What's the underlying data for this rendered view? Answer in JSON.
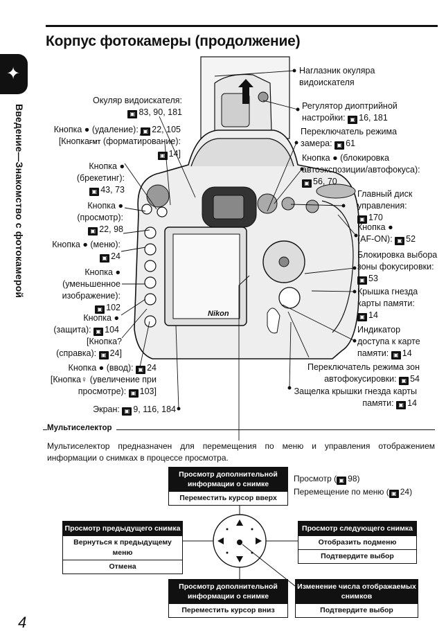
{
  "page": {
    "title": "Корпус фотокамеры (продолжение)",
    "side_tab_text": "Введение—Знакомство с фотокамерой",
    "page_number": "4"
  },
  "camera": {
    "brand": "Nikon"
  },
  "left_labels": {
    "eyepiece": [
      "Окуляр видоискателя:",
      "83, 90, 181"
    ],
    "delete": [
      "Кнопка",
      "(удаление):",
      "22, 105"
    ],
    "delete_alt": [
      "[Кнопка",
      "(форматирование):",
      "14]"
    ],
    "bkt": [
      "Кнопка",
      "(брекетинг):",
      "43, 73"
    ],
    "playback": [
      "Кнопка",
      "(просмотр):",
      "22, 98"
    ],
    "menu": [
      "Кнопка",
      "(меню):",
      "24"
    ],
    "thumb": [
      "Кнопка",
      "(уменьшенное",
      "изображение):",
      "102"
    ],
    "protect": [
      "Кнопка",
      "(защита):",
      "104"
    ],
    "help": [
      "[Кнопка",
      "(справка):",
      "24]"
    ],
    "enter": [
      "Кнопка",
      "(ввод):",
      "24"
    ],
    "zoom": [
      "[Кнопка",
      "(увеличение при",
      "просмотре):",
      "103]"
    ],
    "monitor": [
      "Экран:",
      "9, 116, 184"
    ]
  },
  "right_labels": {
    "eyecup": [
      "Наглазник окуляра",
      "видоискателя"
    ],
    "diopter": [
      "Регулятор диоптрийной",
      "настройки:",
      "16, 181"
    ],
    "metering": [
      "Переключатель режима",
      "замера:",
      "61"
    ],
    "ael": [
      "Кнопка",
      "(блокировка",
      "автоэкспозиции/автофокуса):",
      "56, 70"
    ],
    "main_dial": [
      "Главный диск",
      "управления:",
      "170"
    ],
    "afon": [
      "Кнопка",
      "(AF-ON):",
      "52"
    ],
    "focus_lock": [
      "Блокировка выбора",
      "зоны фокусировки:",
      "53"
    ],
    "card_cover": [
      "Крышка гнезда",
      "карты памяти:",
      "14"
    ],
    "access_lamp": [
      "Индикатор",
      "доступа к карте",
      "памяти:",
      "14"
    ]
  },
  "bottom_labels": {
    "af_area": [
      "Переключатель режима зон",
      "автофокусировки:",
      "54"
    ],
    "card_latch": [
      "Защелка крышки гнезда карты",
      "памяти:",
      "14"
    ]
  },
  "multiselector": {
    "heading": "Мультиселектор",
    "description": "Мультиселектор предназначен для перемещения по меню и управления отображением информации о снимках в процессе просмотра.",
    "up": {
      "dark": "Просмотр дополнительной информации о снимке",
      "light": "Переместить курсор вверх"
    },
    "down": {
      "dark": "Просмотр дополнительной информации о снимке",
      "light": "Переместить курсор вниз"
    },
    "left": {
      "dark": "Просмотр предыдущего снимка",
      "light1": "Вернуться к предыдущему меню",
      "light2": "Отмена"
    },
    "right": {
      "dark": "Просмотр следующего снимка",
      "light1": "Отобразить подменю",
      "light2": "Подтвердите выбор"
    },
    "center": {
      "dark": "Изменение числа отображаемых снимков",
      "light": "Подтвердите выбор"
    },
    "note_playback": [
      "Просмотр (",
      "98)"
    ],
    "note_menu": [
      "Перемещение по меню (",
      "24)"
    ]
  }
}
